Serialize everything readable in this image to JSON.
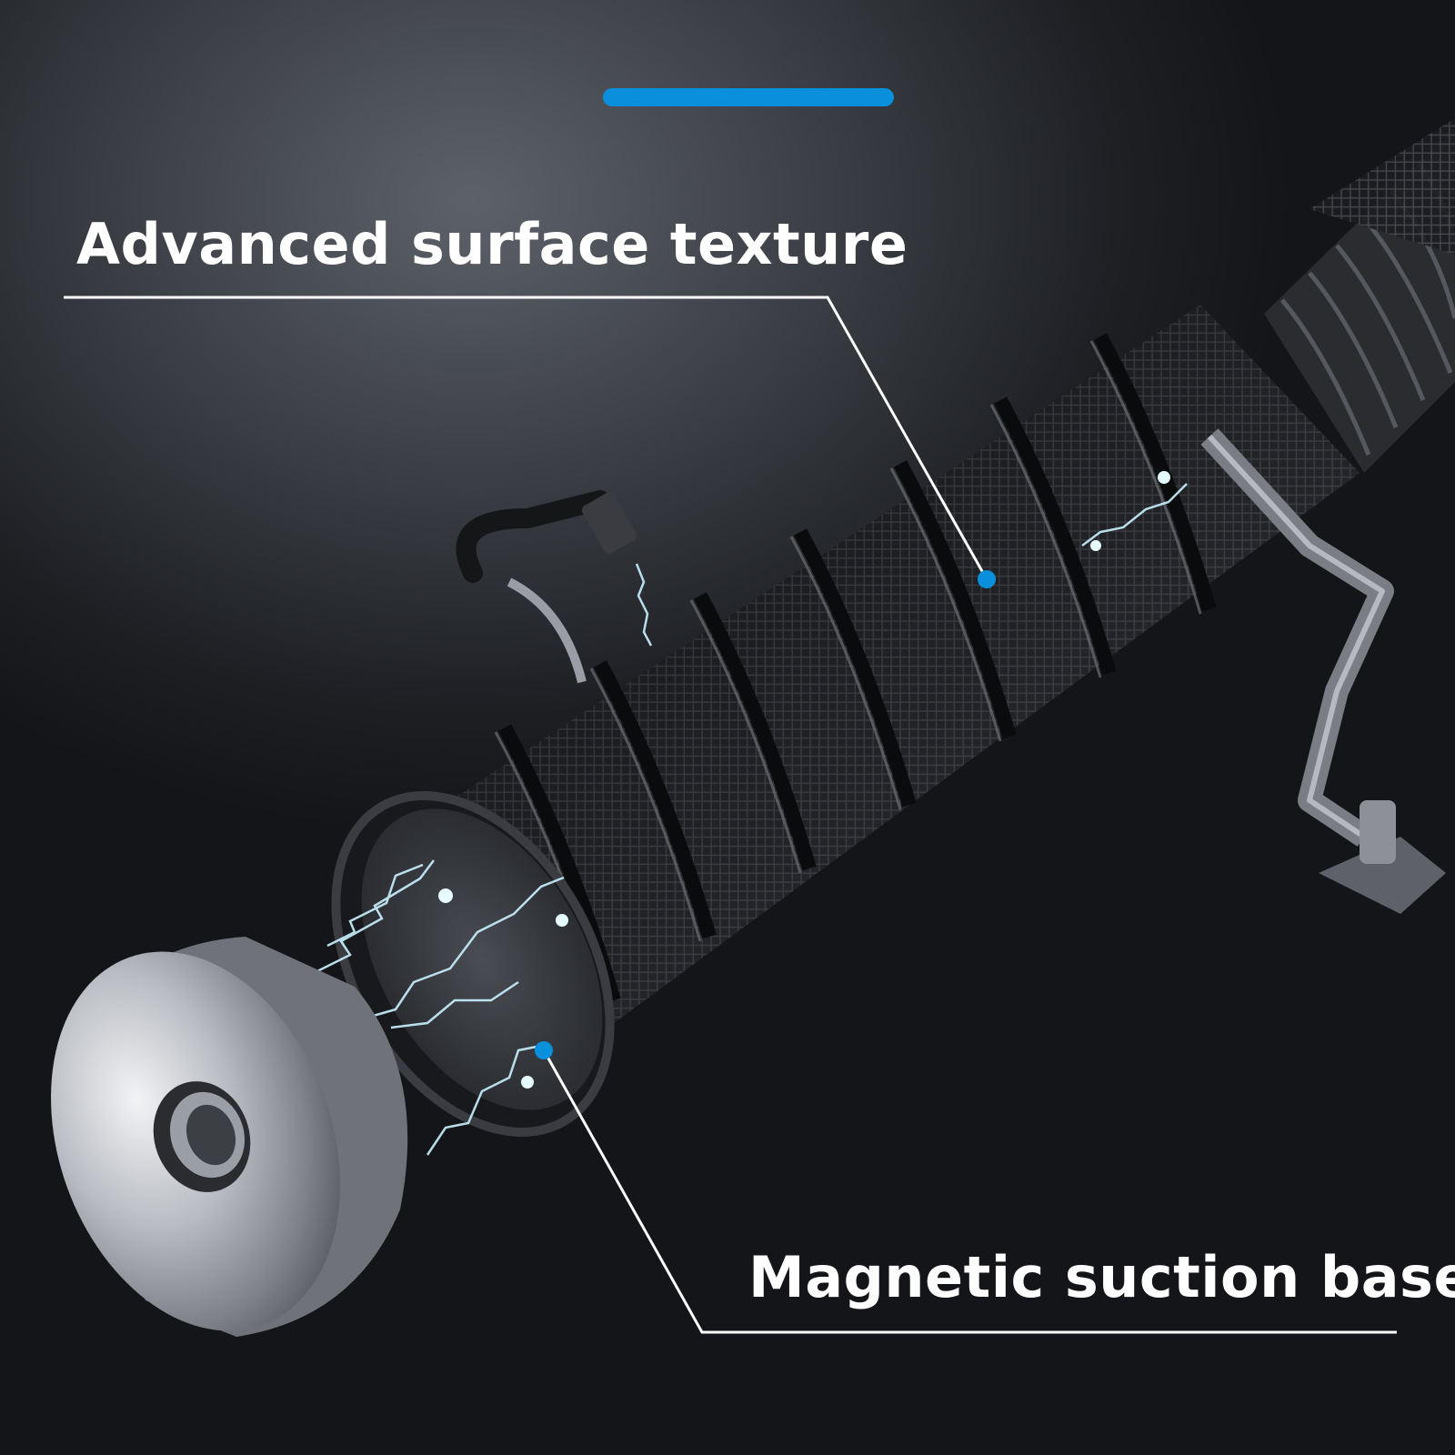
{
  "callouts": {
    "top": {
      "label": "Advanced surface texture"
    },
    "bottom": {
      "label": "Magnetic suction base"
    }
  },
  "colors": {
    "accent": "#0a8fdc",
    "callout_text": "#ffffff",
    "callout_line": "#ffffff",
    "background_dark": "#141518"
  },
  "icons": [
    "accent-bar",
    "callout-dot",
    "magnet-ring",
    "knurled-handle",
    "spark"
  ]
}
